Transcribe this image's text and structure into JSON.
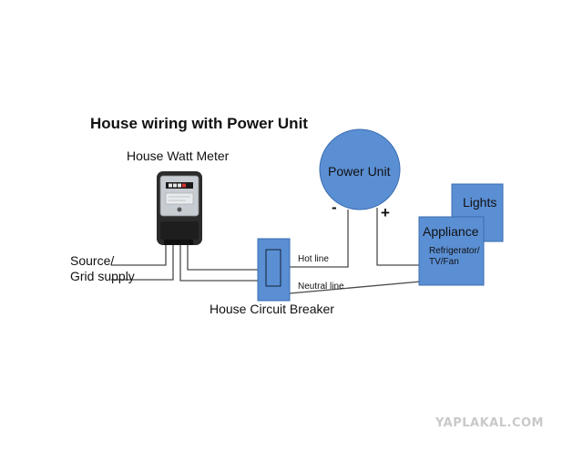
{
  "title": "House wiring with Power Unit",
  "meter": {
    "label": "House Watt Meter"
  },
  "source": {
    "line1": "Source/",
    "line2": "Grid supply"
  },
  "breaker": {
    "label": "House Circuit Breaker"
  },
  "lines": {
    "hot": "Hot line",
    "neutral": "Neutral line"
  },
  "power_unit": {
    "label": "Power Unit",
    "negative": "-",
    "positive": "+"
  },
  "lights": {
    "label": "Lights"
  },
  "appliance": {
    "label": "Appliance",
    "line1": "Refrigerator/",
    "line2": "TV/Fan"
  },
  "watermark": "YAPLAKAL.COM",
  "colors": {
    "box_fill": "#5b8fd4",
    "box_stroke": "#3a6db0",
    "wire": "#4a4a4a",
    "meter_body": "#2b2b2b"
  }
}
